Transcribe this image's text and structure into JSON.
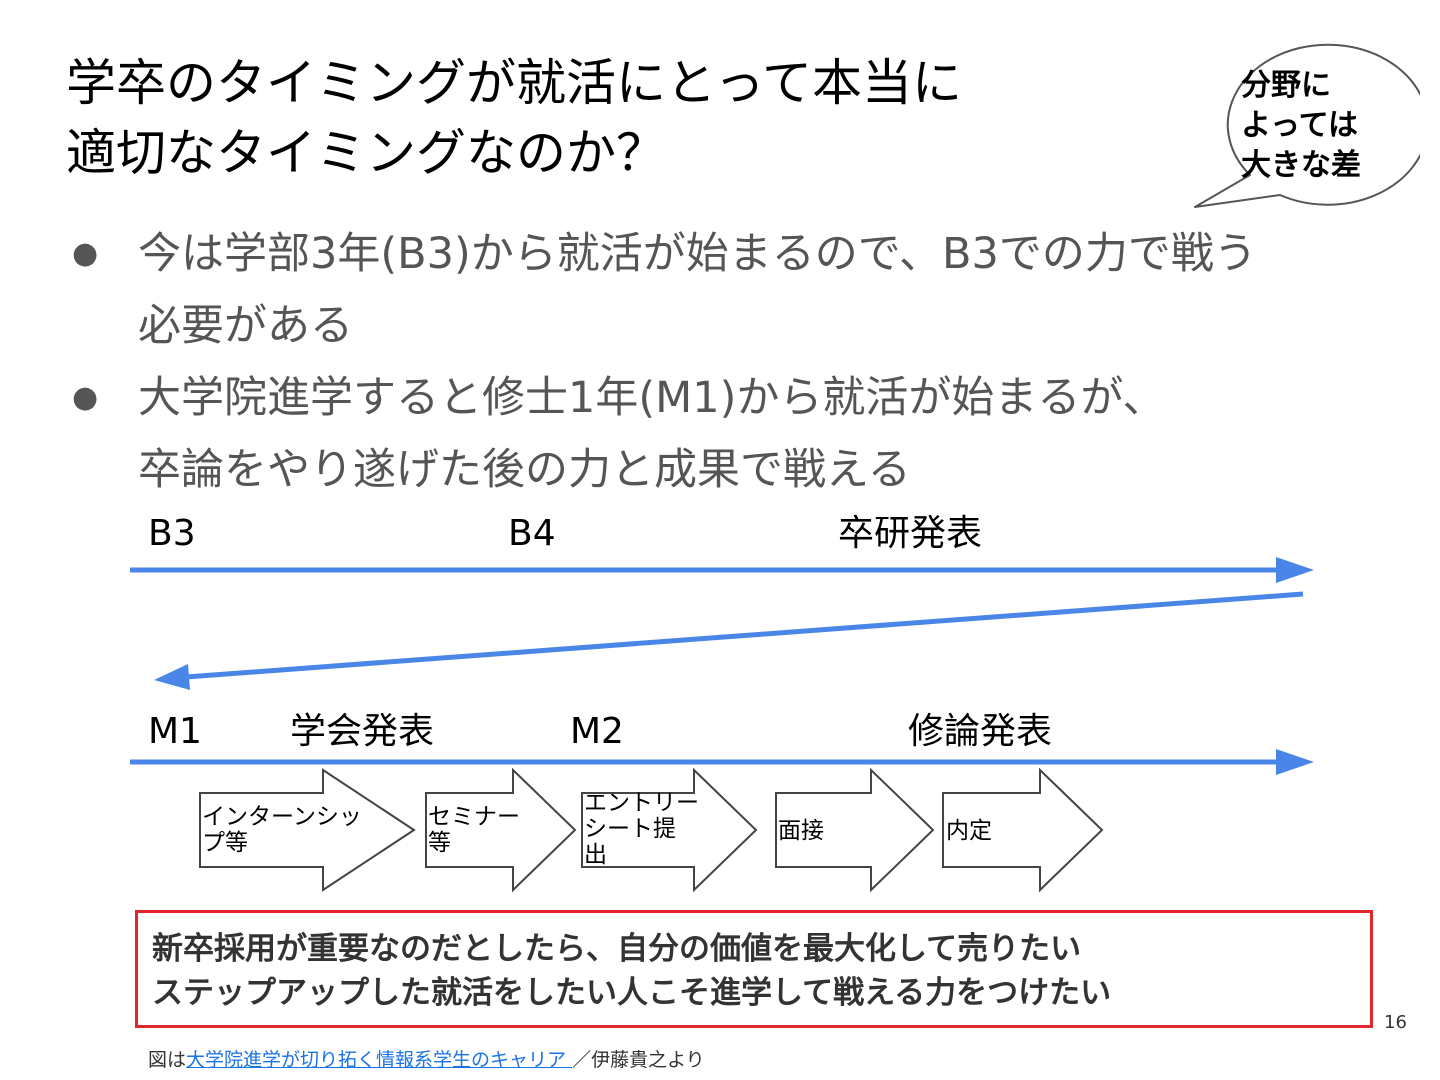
{
  "title": {
    "line1": "学卒のタイミングが就活にとって本当に",
    "line2": "適切なタイミングなのか？"
  },
  "callout": {
    "lines": [
      "分野に",
      "よっては",
      "大きな差"
    ]
  },
  "bullets": [
    {
      "marker": "●",
      "lines": [
        "今は学部3年(B3)から就活が始まるので、B3での力で戦う",
        "必要がある"
      ]
    },
    {
      "marker": "●",
      "lines": [
        "大学院進学すると修士1年(M1)から就活が始まるが、",
        "卒論をやり遂げた後の力と成果で戦える"
      ]
    }
  ],
  "timeline_top": {
    "labels": [
      "B3",
      "B4",
      "卒研発表"
    ]
  },
  "timeline_bottom": {
    "labels": [
      "M1",
      "学会発表",
      "M2",
      "修論発表"
    ]
  },
  "steps": [
    {
      "lines": [
        "インターンシッ",
        "プ等"
      ]
    },
    {
      "lines": [
        "セミナー",
        "等"
      ]
    },
    {
      "lines": [
        "エントリー",
        "シート提",
        "出"
      ]
    },
    {
      "lines": [
        "面接"
      ]
    },
    {
      "lines": [
        "内定"
      ]
    }
  ],
  "conclusion": {
    "lines": [
      "新卒採用が重要なのだとしたら、自分の価値を最大化して売りたい",
      "ステップアップした就活をしたい人こそ進学して戦える力をつけたい"
    ]
  },
  "page_number": "16",
  "footnote": {
    "prefix": "図は",
    "link_text": "大学院進学が切り拓く情報系学生のキャリア ",
    "suffix": "／伊藤貴之より"
  },
  "colors": {
    "arrow": "#4a86e8",
    "border": "#e0262b",
    "link": "#1a73e8"
  }
}
